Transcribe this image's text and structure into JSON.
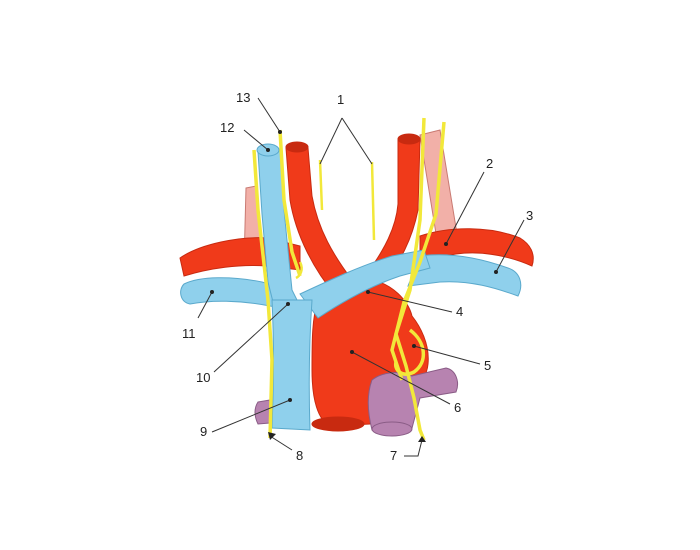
{
  "diagram": {
    "colors": {
      "artery": "#f03a1a",
      "artery_shade": "#c82a10",
      "vein": "#8fd0ec",
      "vein_edge": "#5aa9cc",
      "nerve": "#f2e83a",
      "nerve_edge": "#b8a600",
      "pulmonary": "#b783b0",
      "pulmonary_edge": "#8a5c86",
      "muscle": "#f2b0a8"
    },
    "labels": [
      {
        "id": "1",
        "text": "1"
      },
      {
        "id": "2",
        "text": "2"
      },
      {
        "id": "3",
        "text": "3"
      },
      {
        "id": "4",
        "text": "4"
      },
      {
        "id": "5",
        "text": "5"
      },
      {
        "id": "6",
        "text": "6"
      },
      {
        "id": "7",
        "text": "7"
      },
      {
        "id": "8",
        "text": "8"
      },
      {
        "id": "9",
        "text": "9"
      },
      {
        "id": "10",
        "text": "10"
      },
      {
        "id": "11",
        "text": "11"
      },
      {
        "id": "12",
        "text": "12"
      },
      {
        "id": "13",
        "text": "13"
      }
    ]
  }
}
